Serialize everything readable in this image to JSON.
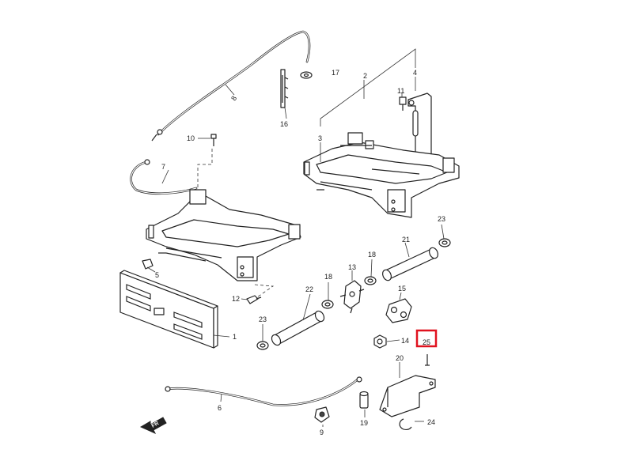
{
  "callouts": {
    "c1": "1",
    "c2": "2",
    "c3": "3",
    "c4": "4",
    "c5": "5",
    "c6": "6",
    "c7": "7",
    "c8": "8",
    "c9": "9",
    "c10": "10",
    "c11": "11",
    "c12": "12",
    "c13": "13",
    "c14": "14",
    "c15": "15",
    "c16": "16",
    "c17": "17",
    "c18a": "18",
    "c18b": "18",
    "c19": "19",
    "c20": "20",
    "c21": "21",
    "c22": "22",
    "c23a": "23",
    "c23b": "23",
    "c24": "24",
    "c25": "25"
  },
  "front_arrow": {
    "label": "FR"
  },
  "highlight": {
    "color": "#e0121f",
    "part": "25"
  }
}
